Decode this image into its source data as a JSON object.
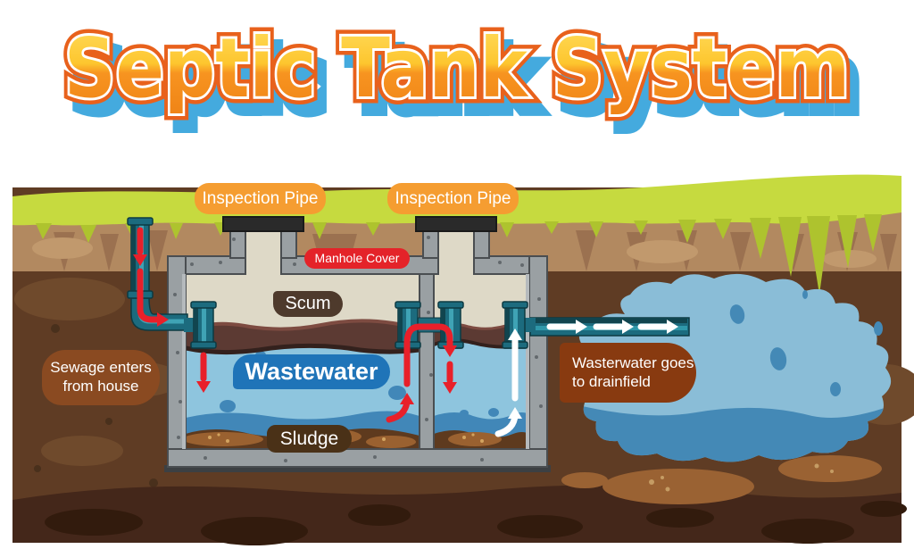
{
  "title": "Septic Tank System",
  "labels": {
    "inspection_pipe_1": "Inspection Pipe",
    "inspection_pipe_2": "Inspection Pipe",
    "manhole_cover": "Manhole Cover",
    "scum": "Scum",
    "wastewater": "Wastewater",
    "sludge": "Sludge",
    "sewage_inlet": "Sewage enters from house",
    "drainfield": "Wasterwater goes to drainfield"
  },
  "colors": {
    "title_fill_top": "#ffdd5e",
    "title_fill_bottom": "#ef8316",
    "title_stroke": "#e8611c",
    "title_shadow": "#44aade",
    "grass": "#c6da3f",
    "grass_dark": "#aec32e",
    "topsoil": "#b28960",
    "soil_mid": "#5f3c24",
    "soil_dark": "#44271a",
    "concrete": "#9aa0a3",
    "cap_black": "#2a2a2a",
    "tank_interior": "#ded9c7",
    "water": "#8ec5de",
    "water_dark": "#4187b8",
    "scum_layer": "#5c3a33",
    "sludge_layer": "#5e3a1e",
    "pipe_teal": "#1c6b7e",
    "pipe_teal_dark": "#11454f",
    "pipe_teal_light": "#3fa3b5",
    "arrow_red": "#e8202a",
    "arrow_white": "#ffffff",
    "label_orange": "#f59d31",
    "label_red": "#e42329",
    "label_blue": "#1f74b8",
    "label_brown": "#8a4a21",
    "label_rust": "#883a10"
  }
}
